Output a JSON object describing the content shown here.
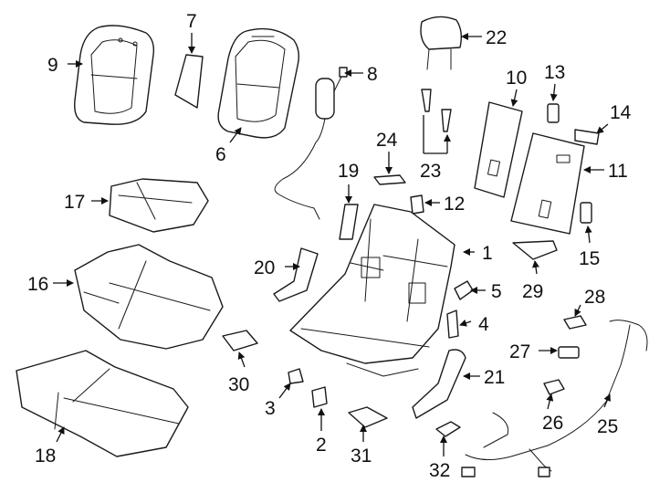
{
  "diagram": {
    "callouts": [
      "1",
      "2",
      "3",
      "4",
      "5",
      "6",
      "7",
      "8",
      "9",
      "10",
      "11",
      "12",
      "13",
      "14",
      "15",
      "16",
      "17",
      "18",
      "19",
      "20",
      "21",
      "22",
      "23",
      "24",
      "25",
      "26",
      "27",
      "28",
      "29",
      "30",
      "31",
      "32"
    ],
    "colors": {
      "line": "#1a1a1a",
      "background": "#ffffff",
      "shade": "#e6e6e6"
    }
  }
}
